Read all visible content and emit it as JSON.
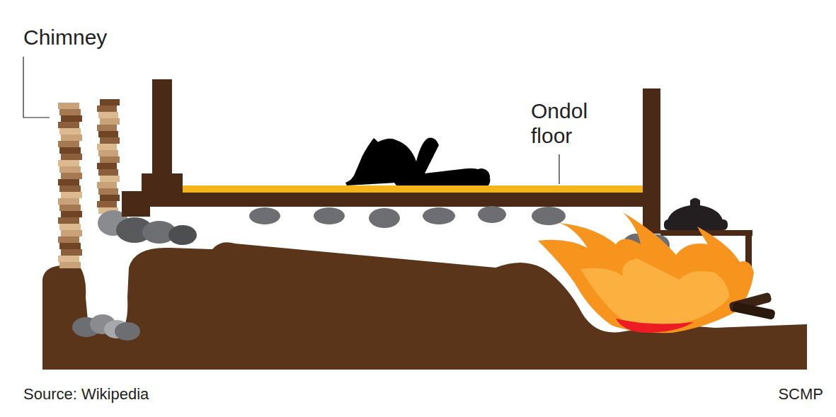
{
  "diagram": {
    "labels": [
      "Chimney",
      "Ondol floor",
      "Source: Wikipedia",
      "SCMP"
    ]
  }
}
